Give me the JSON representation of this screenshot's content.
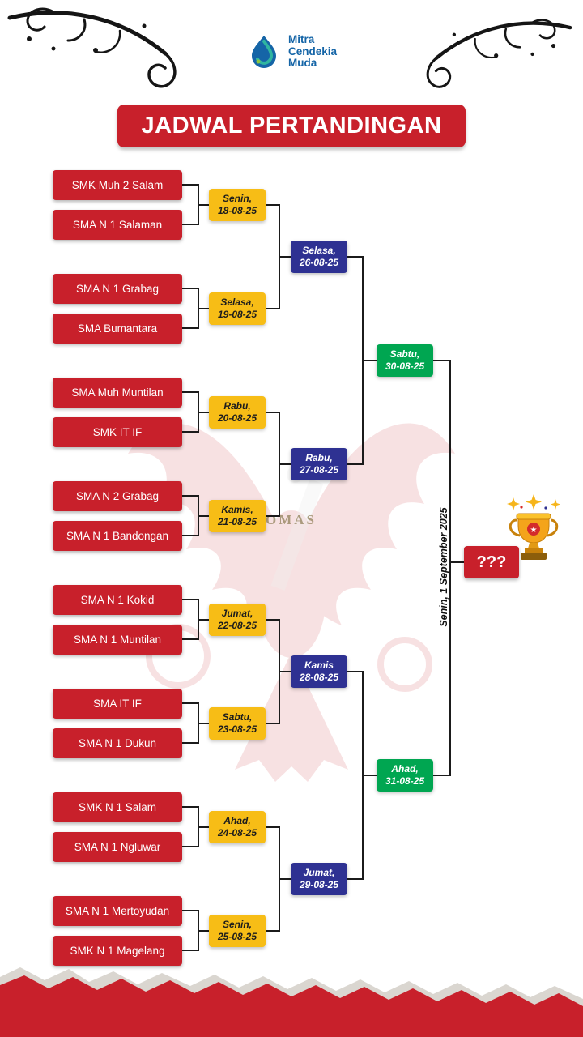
{
  "header": {
    "logo": {
      "line1": "Mitra",
      "line2": "Cendekia",
      "line3": "Muda"
    },
    "title": "JADWAL PERTANDINGAN"
  },
  "teams": [
    "SMK Muh 2 Salam",
    "SMA N 1 Salaman",
    "SMA N 1 Grabag",
    "SMA Bumantara",
    "SMA Muh Muntilan",
    "SMK IT IF",
    "SMA N 2 Grabag",
    "SMA N 1 Bandongan",
    "SMA N 1 Kokid",
    "SMA N 1 Muntilan",
    "SMA IT IF",
    "SMA N 1 Dukun",
    "SMK N 1 Salam",
    "SMA N 1 Ngluwar",
    "SMA N 1 Mertoyudan",
    "SMK N 1 Magelang"
  ],
  "round1": [
    {
      "day": "Senin,",
      "date": "18-08-25"
    },
    {
      "day": "Selasa,",
      "date": "19-08-25"
    },
    {
      "day": "Rabu,",
      "date": "20-08-25"
    },
    {
      "day": "Kamis,",
      "date": "21-08-25"
    },
    {
      "day": "Jumat,",
      "date": "22-08-25"
    },
    {
      "day": "Sabtu,",
      "date": "23-08-25"
    },
    {
      "day": "Ahad,",
      "date": "24-08-25"
    },
    {
      "day": "Senin,",
      "date": "25-08-25"
    }
  ],
  "round2": [
    {
      "day": "Selasa,",
      "date": "26-08-25"
    },
    {
      "day": "Rabu,",
      "date": "27-08-25"
    },
    {
      "day": "Kamis",
      "date": "28-08-25"
    },
    {
      "day": "Jumat,",
      "date": "29-08-25"
    }
  ],
  "semifinals": [
    {
      "day": "Sabtu,",
      "date": "30-08-25"
    },
    {
      "day": "Ahad,",
      "date": "31-08-25"
    }
  ],
  "final": {
    "winner_placeholder": "???",
    "date_label": "Senin, 1 September 2025"
  },
  "watermark": {
    "text": "OMAS"
  },
  "colors": {
    "red": "#C8202B",
    "yellow": "#F7BD16",
    "blue": "#2E3192",
    "green": "#00A651",
    "logoblue": "#1565A7"
  }
}
